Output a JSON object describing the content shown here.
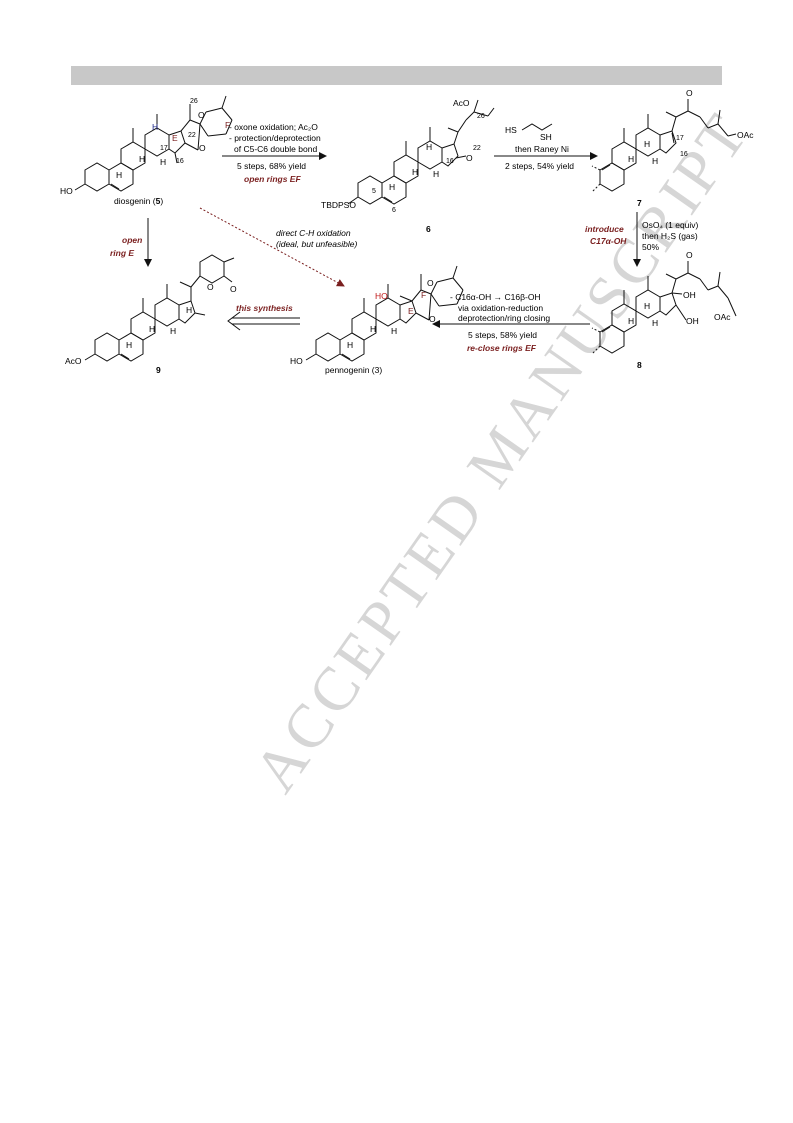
{
  "watermark": "ACCEPTED MANUSCRIPT",
  "compounds": {
    "diosgenin": "diosgenin (",
    "diosgenin_num": "5",
    "diosgenin_close": ")",
    "c6": "6",
    "c7": "7",
    "c8": "8",
    "c9": "9",
    "pennogenin": "pennogenin (3)"
  },
  "atoms": {
    "ho": "HO",
    "aco": "AcO",
    "oac": "OAc",
    "oh": "OH",
    "o": "O",
    "h": "H",
    "tbdpso": "TBDPSO",
    "ring_e": "E",
    "ring_f": "F",
    "n26": "26",
    "n22": "22",
    "n17": "17",
    "n16": "16",
    "n5": "5",
    "n6": "6",
    "hs": "HS",
    "sh": "SH",
    "ho_red": "HO",
    "aco_top": "AcO"
  },
  "reactions": {
    "step1_line1": "- oxone oxidation; Ac₂O",
    "step1_line2": "- protection/deprotection",
    "step1_line3": "of C5-C6 double bond",
    "step1_yield": "5 steps, 68% yield",
    "step1_note": "open rings EF",
    "step2_line1": "then Raney Ni",
    "step2_yield": "2 steps, 54% yield",
    "step3_note1": "introduce",
    "step3_note2": "C17α-OH",
    "step3_line1": "OsO₄ (1 equiv)",
    "step3_line2": "then H₂S (gas)",
    "step3_line3": "50%",
    "step4_line1": "- C16α-OH → C16β-OH",
    "step4_line2": "via oxidation-reduction",
    "step4_line3": "deprotection/ring closing",
    "step4_yield": "5 steps, 58% yield",
    "step4_note": "re-close rings EF",
    "direct_line1": "direct C-H oxidation",
    "direct_line2": "(ideal, but unfeasible)",
    "open_e1": "open",
    "open_e2": "ring E",
    "this_synthesis": "this synthesis"
  }
}
